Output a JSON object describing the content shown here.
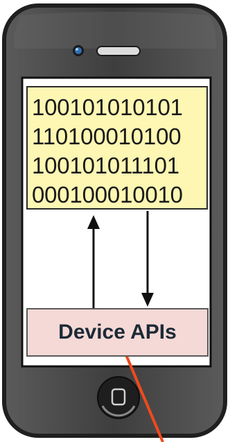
{
  "binary": {
    "lines": [
      "100101010101",
      "110100010100",
      "100101011101",
      "000100010010"
    ],
    "background": "#fdf7b3"
  },
  "api": {
    "label": "Device APIs",
    "background": "#f5d9d6"
  },
  "phone": {
    "body_color": "#4a4a4a",
    "screen_color": "#ffffff",
    "camera_color": "#2e6fb0"
  },
  "pointer": {
    "color": "#f04a1c"
  }
}
